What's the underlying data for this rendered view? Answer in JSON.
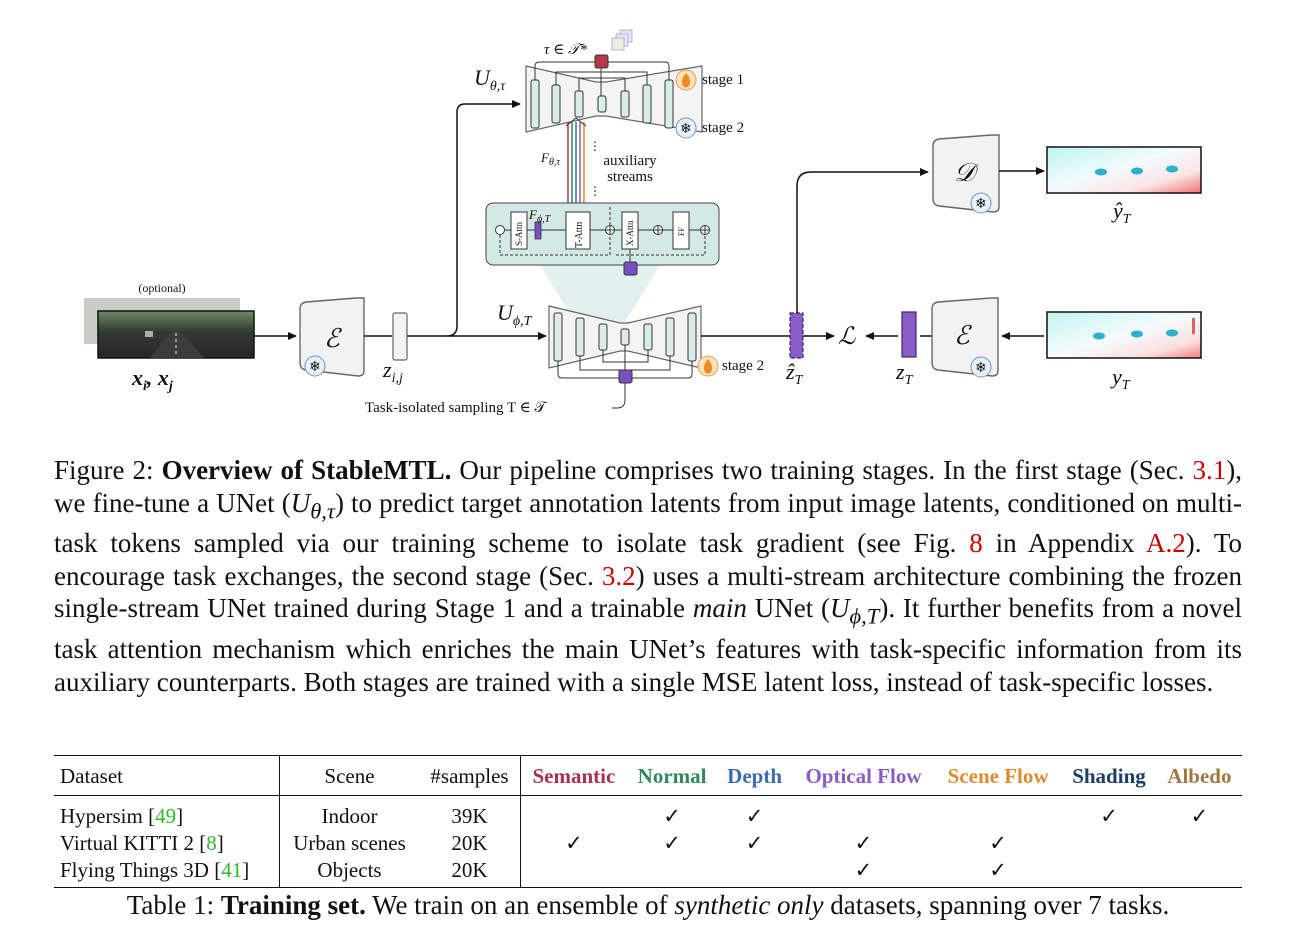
{
  "figure": {
    "labels": {
      "tau_set": "τ ∈ 𝒯*",
      "u_theta": "U",
      "u_theta_sub": "θ,τ",
      "stage1": "stage 1",
      "stage2_top": "stage 2",
      "f_theta": "F",
      "f_theta_sub": "θ,τ",
      "aux1": "auxiliary",
      "aux2": "streams",
      "f_phi": "F",
      "f_phi_sub": "ϕ,T",
      "s_attn": "S-Attn",
      "t_attn": "T-Attn",
      "x_attn": "X-Attn",
      "ff": "FF",
      "u_phi": "U",
      "u_phi_sub": "ϕ,T",
      "stage2_bottom": "stage 2",
      "optional": "(optional)",
      "encoder_in": "ℰ",
      "x_input": "x",
      "x_input_sub_i": "i",
      "x_input_sep": ", x",
      "x_input_sub_j": "j",
      "z_ij": "z",
      "z_ij_sub": "i,j",
      "task_sampling": "Task-isolated sampling  T ∈ 𝒯",
      "decoder": "𝒟",
      "y_hat": "ŷ",
      "y_hat_sub": "T",
      "z_hat": "ẑ",
      "z_hat_sub": "T",
      "loss": "ℒ",
      "z_t": "z",
      "z_t_sub": "T",
      "encoder_out": "ℰ",
      "y_t": "y",
      "y_t_sub": "T"
    }
  },
  "caption": {
    "label": "Figure 2:",
    "bold": "Overview of StableMTL.",
    "t1": " Our pipeline comprises two training stages. In the first stage (Sec. ",
    "ref1": "3.1",
    "t2": "), we fine-tune a UNet (",
    "m1": "U",
    "m1_sub": "θ,τ",
    "t3": ") to predict target annotation latents from input image latents, conditioned on multi-task tokens sampled via our training scheme to isolate task gradient (see Fig. ",
    "ref2": "8",
    "t4": " in Appendix ",
    "ref3": "A.2",
    "t5": "). To encourage task exchanges, the second stage (Sec. ",
    "ref4": "3.2",
    "t6": ") uses a multi-stream architecture combining the frozen single-stream UNet trained during Stage 1 and a trainable ",
    "it1": "main",
    "t7": " UNet (",
    "m2": "U",
    "m2_sub": "ϕ,T",
    "t8": "). It further benefits from a novel task attention mechanism which enriches the main UNet’s features with task-specific information from its auxiliary counterparts. Both stages are trained with a single MSE latent loss, instead of task-specific losses."
  },
  "table": {
    "headers": {
      "dataset": "Dataset",
      "scene": "Scene",
      "samples": "#samples"
    },
    "tasks": [
      {
        "label": "Semantic",
        "color": "#a8324a"
      },
      {
        "label": "Normal",
        "color": "#2e8a57"
      },
      {
        "label": "Depth",
        "color": "#3d6bb3"
      },
      {
        "label": "Optical Flow",
        "color": "#8a5cc7"
      },
      {
        "label": "Scene Flow",
        "color": "#e08a2e"
      },
      {
        "label": "Shading",
        "color": "#1f3f6b"
      },
      {
        "label": "Albedo",
        "color": "#a07840"
      }
    ],
    "check": "✓",
    "rows": [
      {
        "name": "Hypersim [",
        "cite": "49",
        "close": "]",
        "scene": "Indoor",
        "samples": "39K",
        "marks": [
          "",
          "✓",
          "✓",
          "",
          "",
          "✓",
          "✓"
        ]
      },
      {
        "name": "Virtual KITTI 2 [",
        "cite": "8",
        "close": "]",
        "scene": "Urban scenes",
        "samples": "20K",
        "marks": [
          "✓",
          "✓",
          "✓",
          "✓",
          "✓",
          "",
          ""
        ]
      },
      {
        "name": "Flying Things 3D [",
        "cite": "41",
        "close": "]",
        "scene": "Objects",
        "samples": "20K",
        "marks": [
          "",
          "",
          "",
          "✓",
          "✓",
          "",
          ""
        ]
      }
    ],
    "caption": {
      "label": "Table 1: ",
      "bold": "Training set.",
      "t1": " We train on an ensemble of ",
      "it": "synthetic only",
      "t2": " datasets, spanning over 7 tasks."
    }
  }
}
